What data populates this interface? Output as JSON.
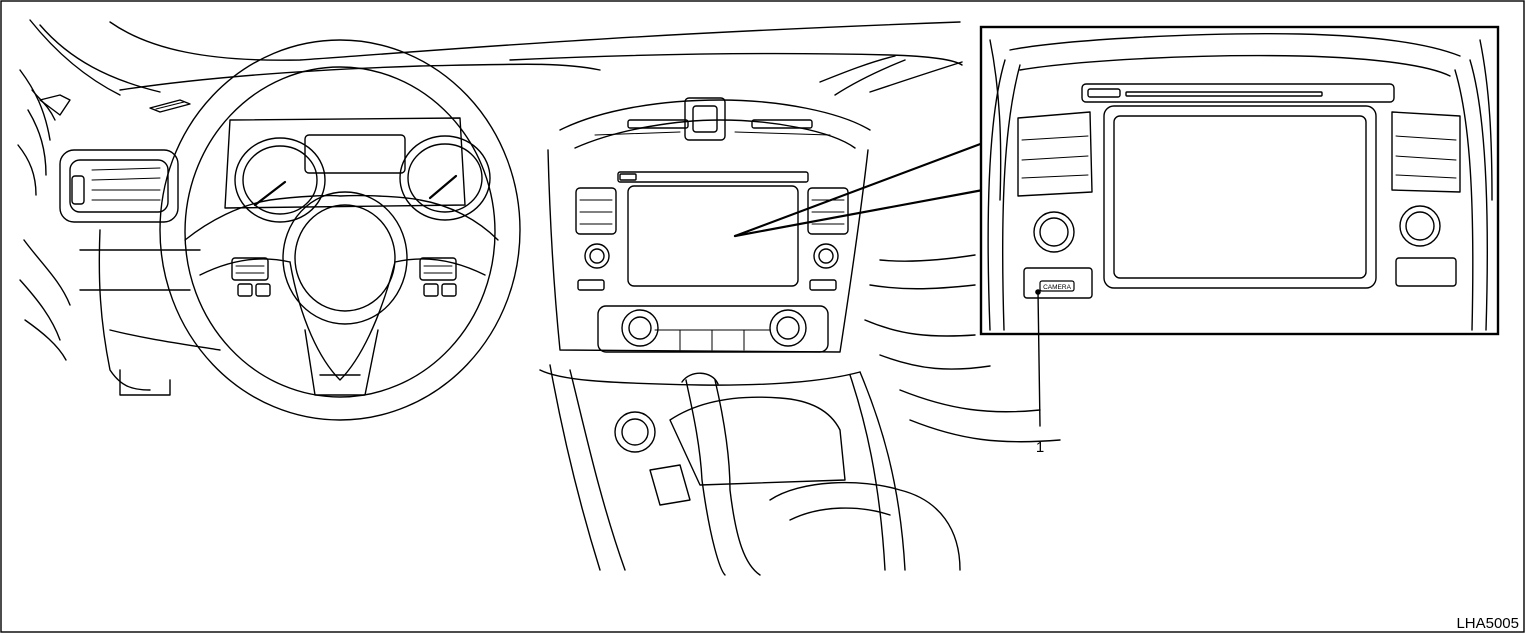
{
  "figure": {
    "code": "LHA5005",
    "callouts": [
      {
        "number": "1"
      }
    ],
    "button_label": "CAMERA",
    "icons": [
      "steering-wheel-icon",
      "camera-button-icon"
    ]
  }
}
